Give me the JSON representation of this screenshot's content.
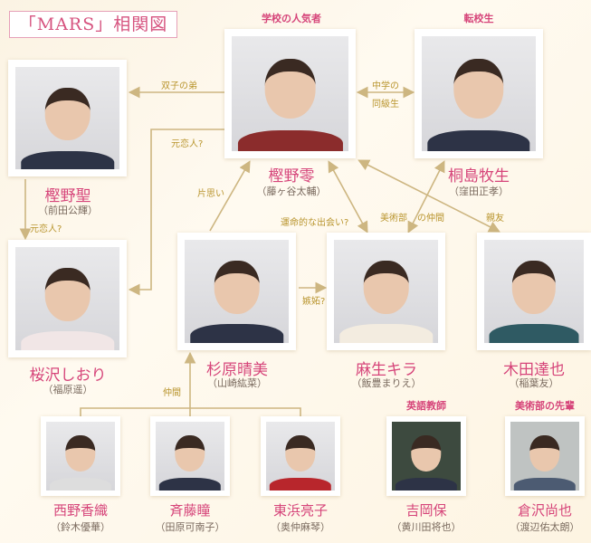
{
  "title": "「MARS」相関図",
  "colors": {
    "accent": "#d6457a",
    "line": "#cdb681",
    "relation": "#b9952e"
  },
  "characters": {
    "rei": {
      "role": "学校の人気者",
      "name": "樫野零",
      "actor": "（藤ヶ谷太輔）"
    },
    "kirishima": {
      "role": "転校生",
      "name": "桐島牧生",
      "actor": "（窪田正孝）"
    },
    "sei": {
      "name": "樫野聖",
      "actor": "（前田公輝）"
    },
    "shiori": {
      "name": "桜沢しおり",
      "actor": "（福原遥）"
    },
    "harumi": {
      "name": "杉原晴美",
      "actor": "（山崎紘菜）"
    },
    "kira": {
      "name": "麻生キラ",
      "actor": "（飯豊まりえ）"
    },
    "tatsuya": {
      "name": "木田達也",
      "actor": "（稲葉友）"
    },
    "nishino": {
      "name": "西野香織",
      "actor": "（鈴木優華）"
    },
    "saito": {
      "name": "斉藤瞳",
      "actor": "（田原可南子）"
    },
    "touhama": {
      "name": "東浜亮子",
      "actor": "（奥仲麻琴）"
    },
    "yoshioka": {
      "role": "英語教師",
      "name": "吉岡保",
      "actor": "（黄川田将也）"
    },
    "kurasawa": {
      "role": "美術部の先輩",
      "name": "倉沢尚也",
      "actor": "（渡辺佑太朗）"
    }
  },
  "relations": {
    "twin": "双子の弟",
    "classmate1": "中学の",
    "classmate2": "同級生",
    "ex1": "元恋人?",
    "ex2": "元恋人?",
    "crush": "片思い",
    "fate": "運命的な出会い?",
    "art1": "美術部",
    "art2": "の仲間",
    "bestfriend": "親友",
    "jealousy": "嫉妬?",
    "friends": "仲間"
  }
}
